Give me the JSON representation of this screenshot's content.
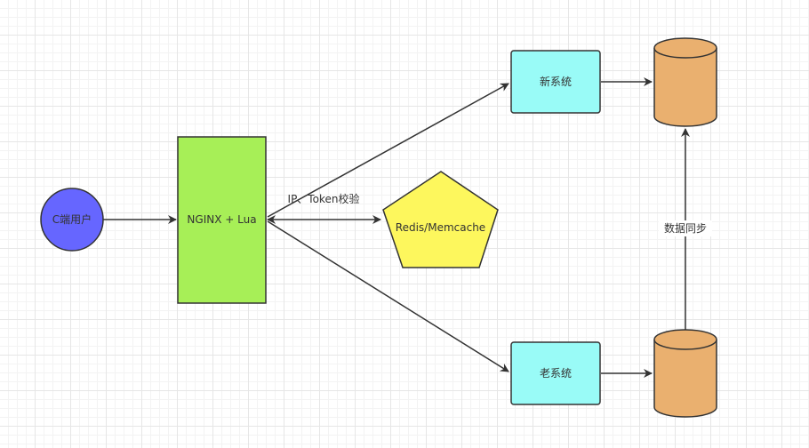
{
  "nodes": {
    "user": {
      "label": "C端用户",
      "color": "#6666ff"
    },
    "nginx": {
      "label": "NGINX + Lua",
      "color": "#a7ef57"
    },
    "redis": {
      "label": "Redis/Memcache",
      "color": "#fdf75d"
    },
    "new_system": {
      "label": "新系统",
      "color": "#99fbf7"
    },
    "old_system": {
      "label": "老系统",
      "color": "#99fbf7"
    },
    "new_db": {
      "label": "",
      "color": "#eab06f"
    },
    "old_db": {
      "label": "",
      "color": "#eab06f"
    }
  },
  "edges": {
    "nginx_redis": {
      "label": "IP、Token校验"
    },
    "db_sync": {
      "label": "数据同步"
    }
  }
}
